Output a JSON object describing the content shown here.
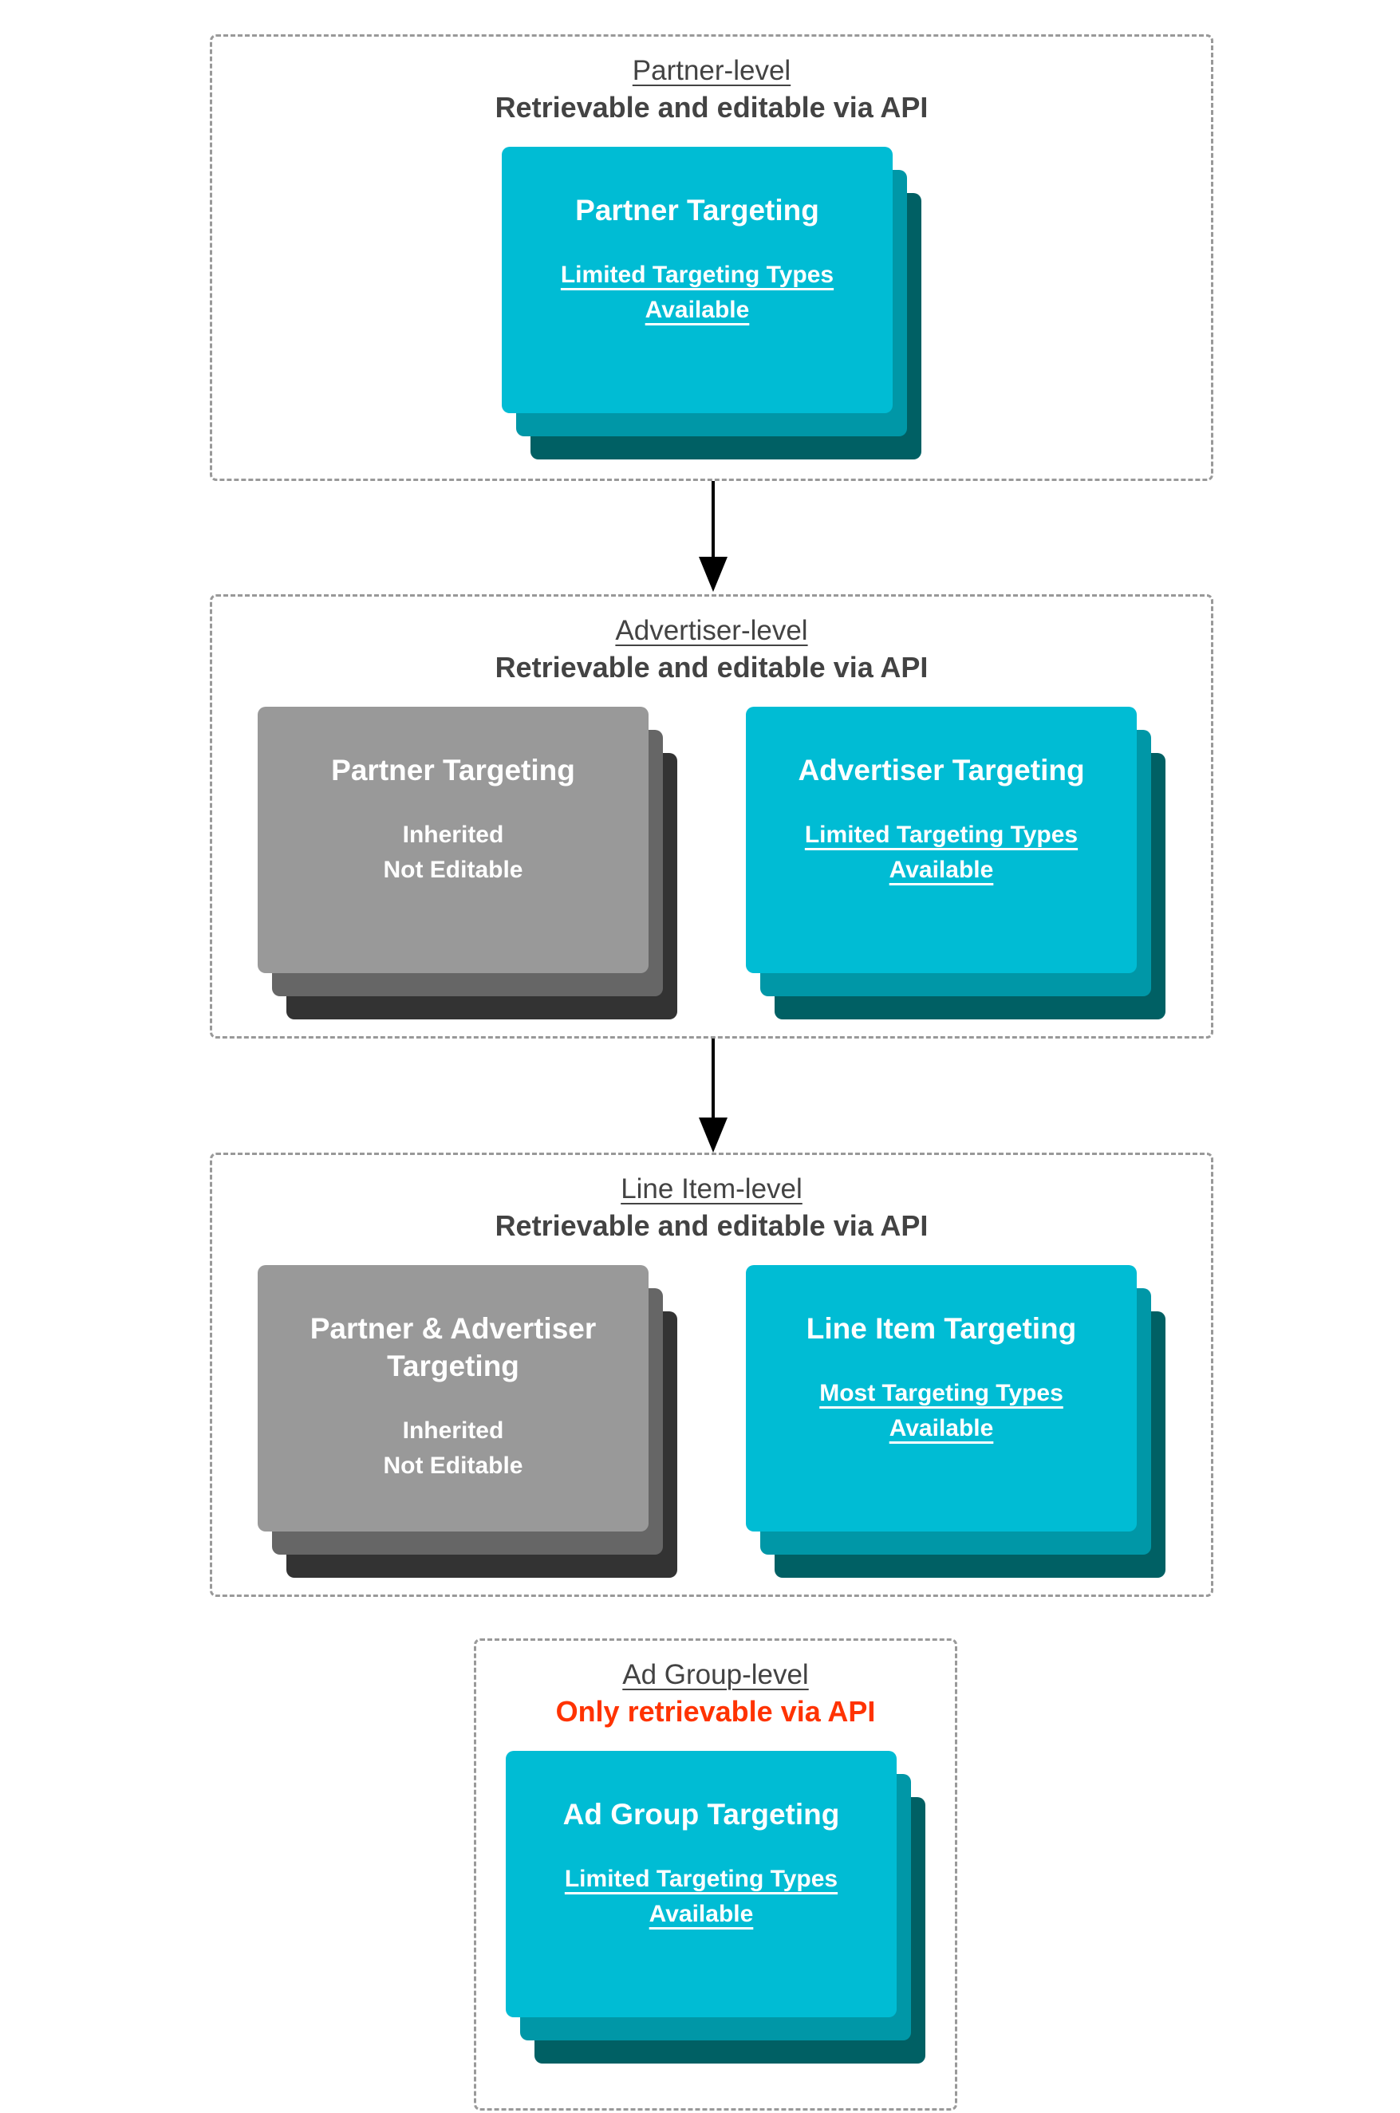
{
  "palette": {
    "cyan": "#00bcd4",
    "cyan_mid": "#0097a7",
    "cyan_dark": "#006064",
    "gray": "#999999",
    "gray_mid": "#666666",
    "gray_dark": "#333333",
    "heading": "#434343",
    "red": "#ff3300",
    "border": "#999999",
    "arrow": "#000000"
  },
  "sections": [
    {
      "title": "Partner-level",
      "subtitle": "Retrievable and editable via API",
      "cards": [
        {
          "style": "cyan",
          "title": "Partner Targeting",
          "lines": [
            "Limited Targeting Types",
            "Available"
          ],
          "underlined": true
        }
      ]
    },
    {
      "title": "Advertiser-level",
      "subtitle": "Retrievable and editable via API",
      "cards": [
        {
          "style": "gray",
          "title": "Partner Targeting",
          "lines": [
            "Inherited",
            "Not Editable"
          ],
          "underlined": false
        },
        {
          "style": "cyan",
          "title": "Advertiser Targeting",
          "lines": [
            "Limited Targeting Types",
            "Available"
          ],
          "underlined": true
        }
      ]
    },
    {
      "title": "Line Item-level",
      "subtitle": "Retrievable and editable via API",
      "cards": [
        {
          "style": "gray",
          "title": "Partner & Advertiser Targeting",
          "lines": [
            "Inherited",
            "Not Editable"
          ],
          "underlined": false
        },
        {
          "style": "cyan",
          "title": "Line Item Targeting",
          "lines": [
            "Most Targeting Types",
            "Available"
          ],
          "underlined": true
        }
      ]
    },
    {
      "title": "Ad Group-level",
      "subtitle": "Only retrievable via API",
      "cards": [
        {
          "style": "cyan",
          "title": "Ad Group Targeting",
          "lines": [
            "Limited Targeting Types",
            "Available"
          ],
          "underlined": true
        }
      ]
    }
  ]
}
